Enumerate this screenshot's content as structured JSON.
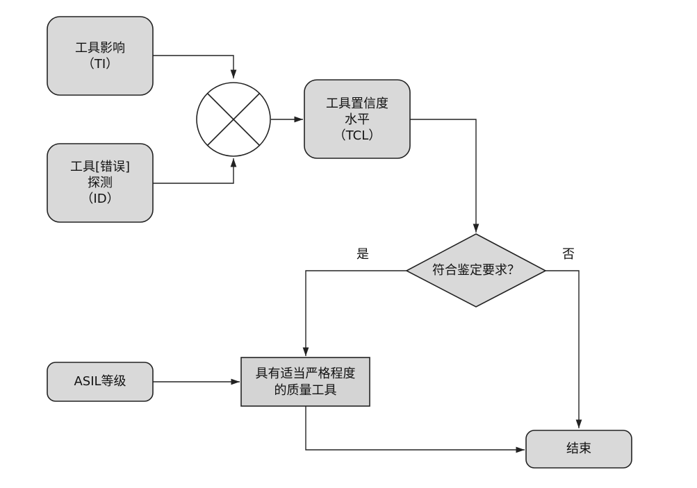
{
  "nodes": {
    "ti": {
      "lines": [
        "工具影响",
        "（TI）"
      ]
    },
    "id": {
      "lines": [
        "工具[错误]",
        "探测",
        "（ID）"
      ]
    },
    "tcl": {
      "lines": [
        "工具置信度",
        "水平",
        "（TCL）"
      ]
    },
    "decision": {
      "lines": [
        "符合鉴定要求？"
      ]
    },
    "asil": {
      "lines": [
        "ASIL等级"
      ]
    },
    "quality_tool": {
      "lines": [
        "具有适当严格程度",
        "的质量工具"
      ]
    },
    "end": {
      "lines": [
        "结束"
      ]
    }
  },
  "edge_labels": {
    "yes": "是",
    "no": "否"
  },
  "icons": {
    "combine": "multiply-circle-icon"
  }
}
